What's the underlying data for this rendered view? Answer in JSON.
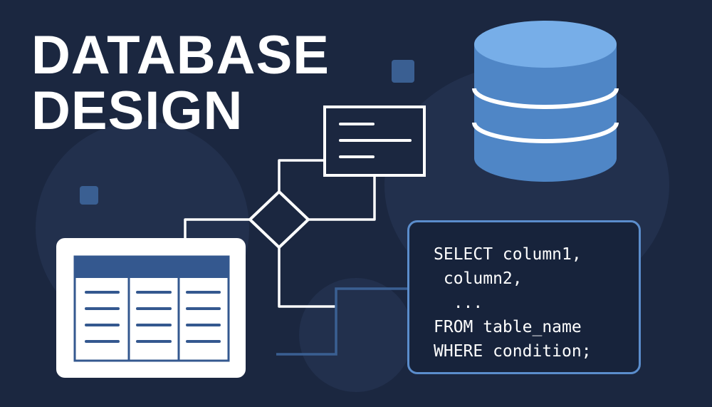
{
  "title": {
    "line1": "DATABASE",
    "line2": "DESIGN"
  },
  "sql": {
    "lines": [
      "SELECT column1,",
      " column2,",
      "  ...",
      "FROM table_name",
      "WHERE condition;"
    ]
  },
  "colors": {
    "background": "#1b2740",
    "accent_blue": "#5b8dcc",
    "cylinder_blue": "#4f86c6",
    "table_header": "#34588f",
    "white": "#ffffff"
  },
  "icons": [
    "database-cylinder-icon",
    "table-icon",
    "entity-box-icon",
    "relationship-diamond-icon"
  ]
}
